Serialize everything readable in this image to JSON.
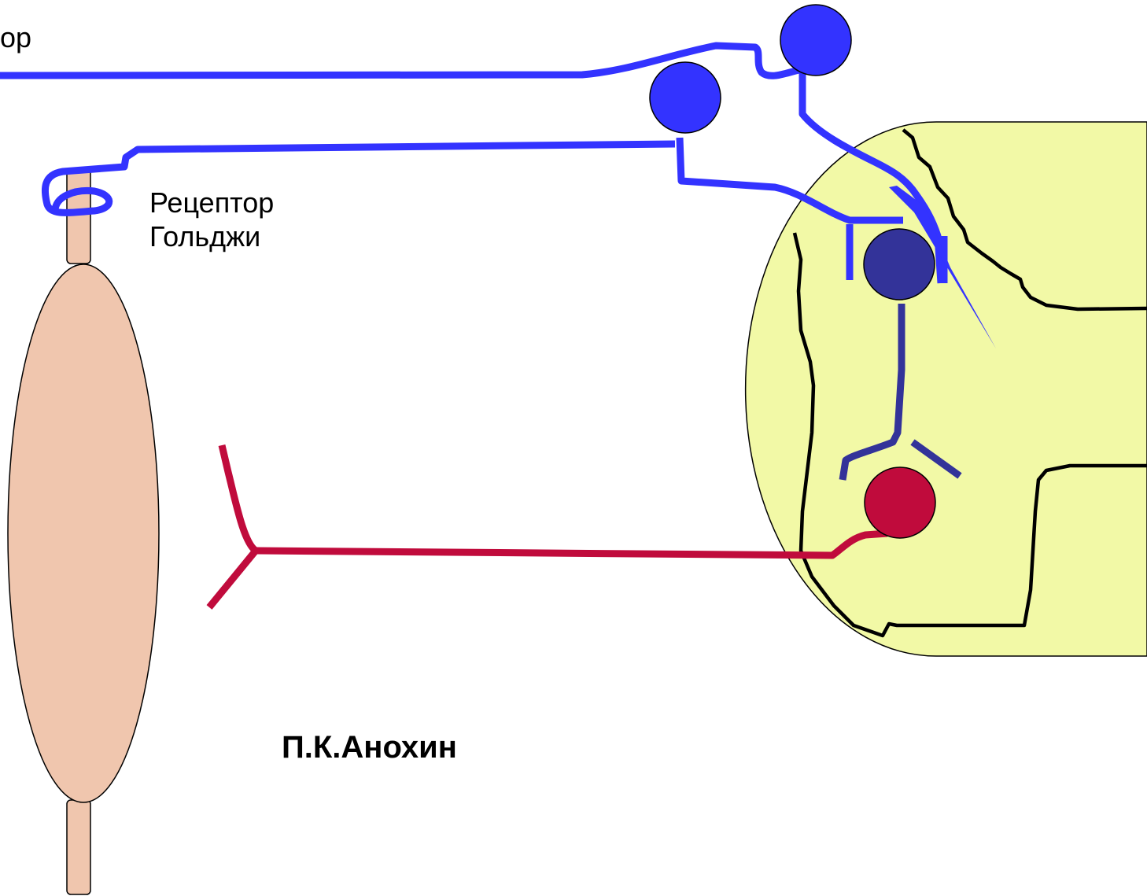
{
  "labels": {
    "cut_off_left": "ор",
    "receptor_line1": "Рецептор",
    "receptor_line2": "Гольджи",
    "author": "П.К.Анохин"
  },
  "colors": {
    "background": "#ffffff",
    "muscle_fill": "#f0c6ae",
    "spinal_cord_fill": "#f2f9a6",
    "afferent_blue": "#3333ff",
    "interneuron_navy": "#333399",
    "motor_red": "#c00b3c",
    "outline": "#000000"
  }
}
